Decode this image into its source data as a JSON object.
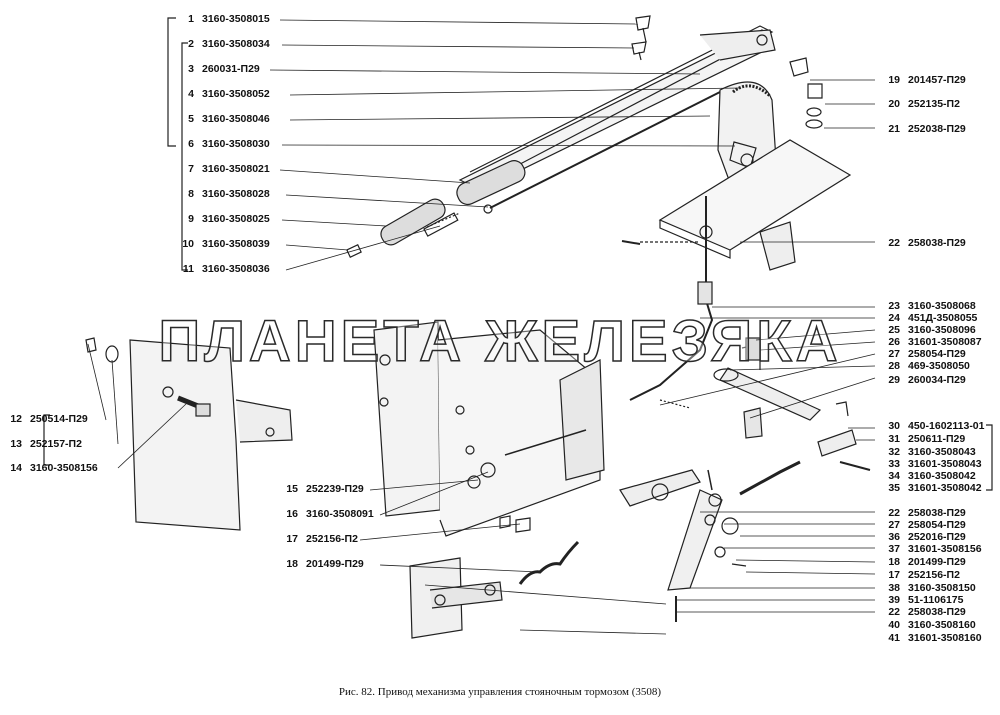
{
  "left_callouts": [
    {
      "n": "1",
      "code": "3160-3508015"
    },
    {
      "n": "2",
      "code": "3160-3508034"
    },
    {
      "n": "3",
      "code": "260031-П29"
    },
    {
      "n": "4",
      "code": "3160-3508052"
    },
    {
      "n": "5",
      "code": "3160-3508046"
    },
    {
      "n": "6",
      "code": "3160-3508030"
    },
    {
      "n": "7",
      "code": "3160-3508021"
    },
    {
      "n": "8",
      "code": "3160-3508028"
    },
    {
      "n": "9",
      "code": "3160-3508025"
    },
    {
      "n": "10",
      "code": "3160-3508039"
    },
    {
      "n": "11",
      "code": "3160-3508036"
    },
    {
      "n": "12",
      "code": "250514-П29"
    },
    {
      "n": "13",
      "code": "252157-П2"
    },
    {
      "n": "14",
      "code": "3160-3508156"
    },
    {
      "n": "15",
      "code": "252239-П29"
    },
    {
      "n": "16",
      "code": "3160-3508091"
    },
    {
      "n": "17",
      "code": "252156-П2"
    },
    {
      "n": "18",
      "code": "201499-П29"
    }
  ],
  "right_callouts": [
    {
      "n": "19",
      "code": "201457-П29"
    },
    {
      "n": "20",
      "code": "252135-П2"
    },
    {
      "n": "21",
      "code": "252038-П29"
    },
    {
      "n": "22",
      "code": "258038-П29"
    },
    {
      "n": "23",
      "code": "3160-3508068"
    },
    {
      "n": "24",
      "code": "451Д-3508055"
    },
    {
      "n": "25",
      "code": "3160-3508096"
    },
    {
      "n": "26",
      "code": "31601-3508087"
    },
    {
      "n": "27",
      "code": "258054-П29"
    },
    {
      "n": "28",
      "code": "469-3508050"
    },
    {
      "n": "29",
      "code": "260034-П29"
    },
    {
      "n": "30",
      "code": "450-1602113-01"
    },
    {
      "n": "31",
      "code": "250611-П29"
    },
    {
      "n": "32",
      "code": "3160-3508043"
    },
    {
      "n": "33",
      "code": "31601-3508043"
    },
    {
      "n": "34",
      "code": "3160-3508042"
    },
    {
      "n": "35",
      "code": "31601-3508042"
    },
    {
      "n": "22",
      "code": "258038-П29"
    },
    {
      "n": "27",
      "code": "258054-П29"
    },
    {
      "n": "36",
      "code": "252016-П29"
    },
    {
      "n": "37",
      "code": "31601-3508156"
    },
    {
      "n": "18",
      "code": "201499-П29"
    },
    {
      "n": "17",
      "code": "252156-П2"
    },
    {
      "n": "38",
      "code": "3160-3508150"
    },
    {
      "n": "39",
      "code": "51-1106175"
    },
    {
      "n": "22",
      "code": "258038-П29"
    },
    {
      "n": "40",
      "code": "3160-3508160"
    },
    {
      "n": "41",
      "code": "31601-3508160"
    }
  ],
  "watermark": "ПЛАНЕТА ЖЕЛЕЗЯКА",
  "caption": "Рис. 82. Привод механизма управления стояночным тормозом (3508)"
}
